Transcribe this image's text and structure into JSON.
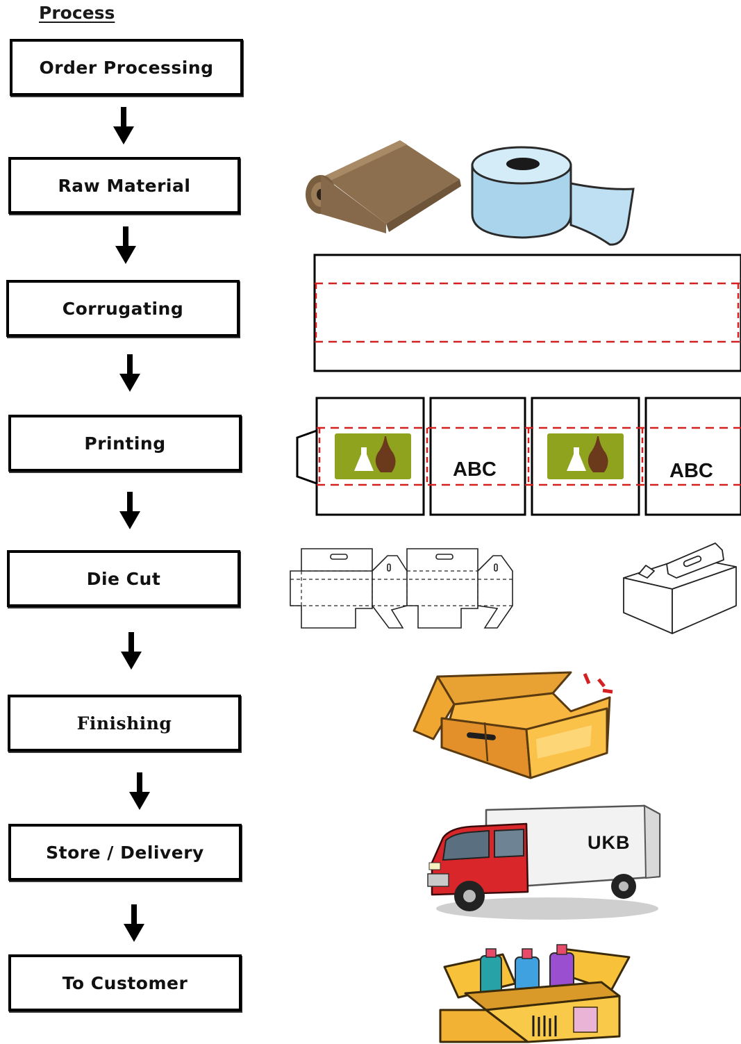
{
  "title": "Process",
  "steps": [
    {
      "label": "Order Processing"
    },
    {
      "label": "Raw Material"
    },
    {
      "label": "Corrugating"
    },
    {
      "label": "Printing"
    },
    {
      "label": "Die Cut"
    },
    {
      "label": "Finishing"
    },
    {
      "label": "Store / Delivery"
    },
    {
      "label": "To Customer"
    }
  ],
  "printing_labels": [
    "ABC",
    "ABC"
  ],
  "truck_label": "UKB",
  "colors": {
    "box_border": "#000000",
    "dashed_line": "#d42020",
    "print_tile": "#8fa31f",
    "kraft": "#8b6f4e",
    "tissue": "#a9d4ec",
    "carton": "#f2a52a",
    "truck_cab": "#d8262a"
  }
}
